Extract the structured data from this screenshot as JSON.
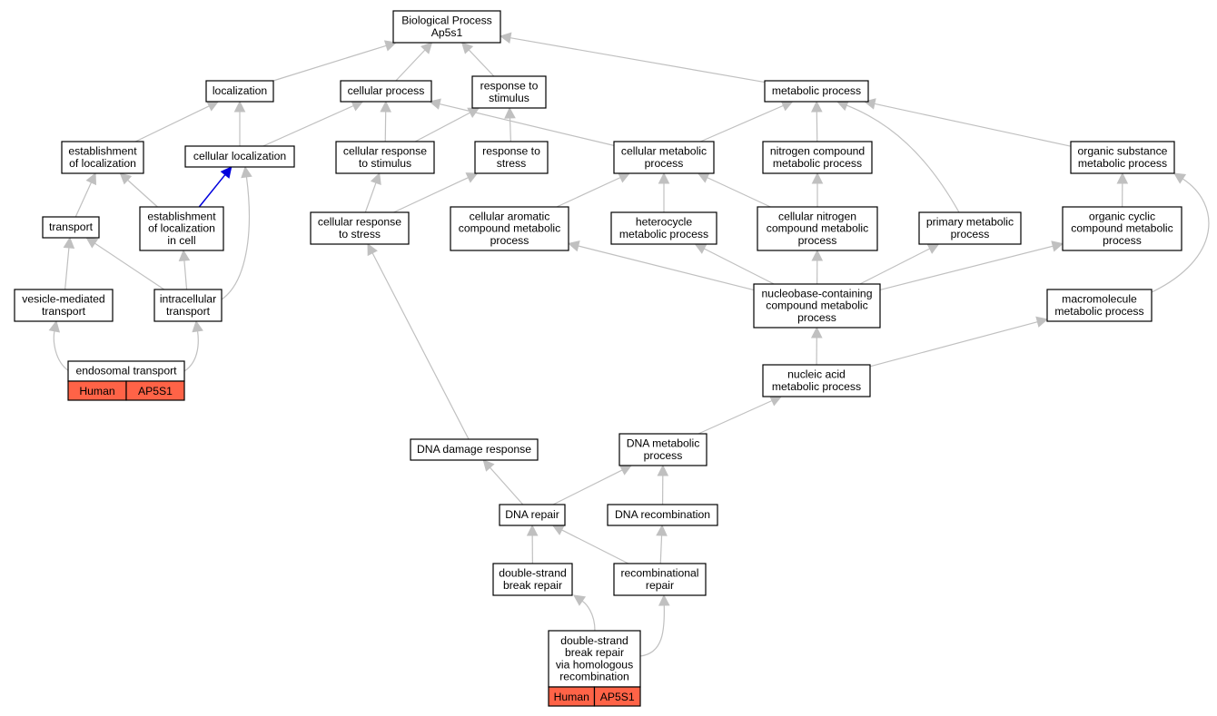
{
  "colors": {
    "edge": "#c0c0c0",
    "highlight_edge": "#0000dd",
    "badge_fill": "#ff6347"
  },
  "nodes": {
    "bp": {
      "lines": [
        "Biological Process",
        "Ap5s1"
      ]
    },
    "localization": {
      "lines": [
        "localization"
      ]
    },
    "cellproc": {
      "lines": [
        "cellular process"
      ]
    },
    "resp": {
      "lines": [
        "response to",
        "stimulus"
      ]
    },
    "metab": {
      "lines": [
        "metabolic process"
      ]
    },
    "estloc": {
      "lines": [
        "establishment",
        "of localization"
      ]
    },
    "cellloc": {
      "lines": [
        "cellular localization"
      ]
    },
    "cellresp": {
      "lines": [
        "cellular response",
        "to stimulus"
      ]
    },
    "respstress": {
      "lines": [
        "response to",
        "stress"
      ]
    },
    "cellmetab": {
      "lines": [
        "cellular metabolic",
        "process"
      ]
    },
    "nitro": {
      "lines": [
        "nitrogen compound",
        "metabolic process"
      ]
    },
    "orgsub": {
      "lines": [
        "organic substance",
        "metabolic process"
      ]
    },
    "transport": {
      "lines": [
        "transport"
      ]
    },
    "estloccell": {
      "lines": [
        "establishment",
        "of localization",
        "in cell"
      ]
    },
    "cellrespstress": {
      "lines": [
        "cellular response",
        "to stress"
      ]
    },
    "cellarom": {
      "lines": [
        "cellular aromatic",
        "compound metabolic",
        "process"
      ]
    },
    "hetero": {
      "lines": [
        "heterocycle",
        "metabolic process"
      ]
    },
    "cellnitro": {
      "lines": [
        "cellular nitrogen",
        "compound metabolic",
        "process"
      ]
    },
    "primary": {
      "lines": [
        "primary metabolic",
        "process"
      ]
    },
    "orgcyc": {
      "lines": [
        "organic cyclic",
        "compound metabolic",
        "process"
      ]
    },
    "vesicle": {
      "lines": [
        "vesicle-mediated",
        "transport"
      ]
    },
    "intra": {
      "lines": [
        "intracellular",
        "transport"
      ]
    },
    "nucleobase": {
      "lines": [
        "nucleobase-containing",
        "compound metabolic",
        "process"
      ]
    },
    "macro": {
      "lines": [
        "macromolecule",
        "metabolic process"
      ]
    },
    "endo": {
      "lines": [
        "endosomal transport"
      ],
      "badges": [
        "Human",
        "AP5S1"
      ]
    },
    "nucleic": {
      "lines": [
        "nucleic acid",
        "metabolic process"
      ]
    },
    "dnadamage": {
      "lines": [
        "DNA damage response"
      ]
    },
    "dnametab": {
      "lines": [
        "DNA metabolic",
        "process"
      ]
    },
    "dnarepair": {
      "lines": [
        "DNA repair"
      ]
    },
    "dnarecomb": {
      "lines": [
        "DNA recombination"
      ]
    },
    "dsbr": {
      "lines": [
        "double-strand",
        "break repair"
      ]
    },
    "recomrep": {
      "lines": [
        "recombinational",
        "repair"
      ]
    },
    "dsbrhr": {
      "lines": [
        "double-strand",
        "break repair",
        "via homologous",
        "recombination"
      ],
      "badges": [
        "Human",
        "AP5S1"
      ]
    }
  },
  "edges": [
    [
      "localization",
      "bp"
    ],
    [
      "cellproc",
      "bp"
    ],
    [
      "resp",
      "bp"
    ],
    [
      "metab",
      "bp"
    ],
    [
      "estloc",
      "localization"
    ],
    [
      "cellloc",
      "localization"
    ],
    [
      "cellloc",
      "cellproc"
    ],
    [
      "cellresp",
      "cellproc"
    ],
    [
      "cellresp",
      "resp"
    ],
    [
      "respstress",
      "resp"
    ],
    [
      "cellmetab",
      "cellproc"
    ],
    [
      "cellmetab",
      "metab"
    ],
    [
      "nitro",
      "metab"
    ],
    [
      "primary",
      "metab"
    ],
    [
      "orgsub",
      "metab"
    ],
    [
      "transport",
      "estloc"
    ],
    [
      "estloccell",
      "estloc"
    ],
    [
      "estloccell",
      "cellloc",
      "hl"
    ],
    [
      "intra",
      "cellloc"
    ],
    [
      "intra",
      "transport"
    ],
    [
      "intra",
      "estloccell"
    ],
    [
      "vesicle",
      "transport"
    ],
    [
      "endo",
      "vesicle"
    ],
    [
      "endo",
      "intra"
    ],
    [
      "cellrespstress",
      "cellresp"
    ],
    [
      "cellrespstress",
      "respstress"
    ],
    [
      "cellarom",
      "cellmetab"
    ],
    [
      "hetero",
      "cellmetab"
    ],
    [
      "cellnitro",
      "cellmetab"
    ],
    [
      "cellnitro",
      "nitro"
    ],
    [
      "orgcyc",
      "orgsub"
    ],
    [
      "macro",
      "orgsub"
    ],
    [
      "nucleobase",
      "cellarom"
    ],
    [
      "nucleobase",
      "hetero"
    ],
    [
      "nucleobase",
      "cellnitro"
    ],
    [
      "nucleobase",
      "primary"
    ],
    [
      "nucleobase",
      "orgcyc"
    ],
    [
      "nucleic",
      "nucleobase"
    ],
    [
      "nucleic",
      "macro"
    ],
    [
      "dnametab",
      "nucleic"
    ],
    [
      "dnadamage",
      "cellrespstress"
    ],
    [
      "dnarepair",
      "dnadamage"
    ],
    [
      "dnarepair",
      "dnametab"
    ],
    [
      "dnarecomb",
      "dnametab"
    ],
    [
      "dsbr",
      "dnarepair"
    ],
    [
      "recomrep",
      "dnarepair"
    ],
    [
      "recomrep",
      "dnarecomb"
    ],
    [
      "dsbrhr",
      "dsbr"
    ],
    [
      "dsbrhr",
      "recomrep"
    ]
  ]
}
